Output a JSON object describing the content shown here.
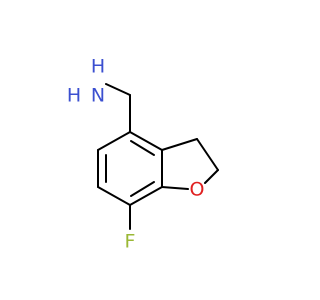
{
  "atoms": {
    "amine_h": {
      "text": "H",
      "color": "#3b4fd0"
    },
    "amine_n": {
      "text": "N",
      "color": "#3b4fd0"
    },
    "amine_h2": {
      "text": "H",
      "color": "#3b4fd0"
    },
    "oxygen": {
      "text": "O",
      "color": "#e02020"
    },
    "fluorine": {
      "text": "F",
      "color": "#9ab835"
    }
  },
  "colors": {
    "bond": "#000000",
    "background": "#ffffff"
  }
}
